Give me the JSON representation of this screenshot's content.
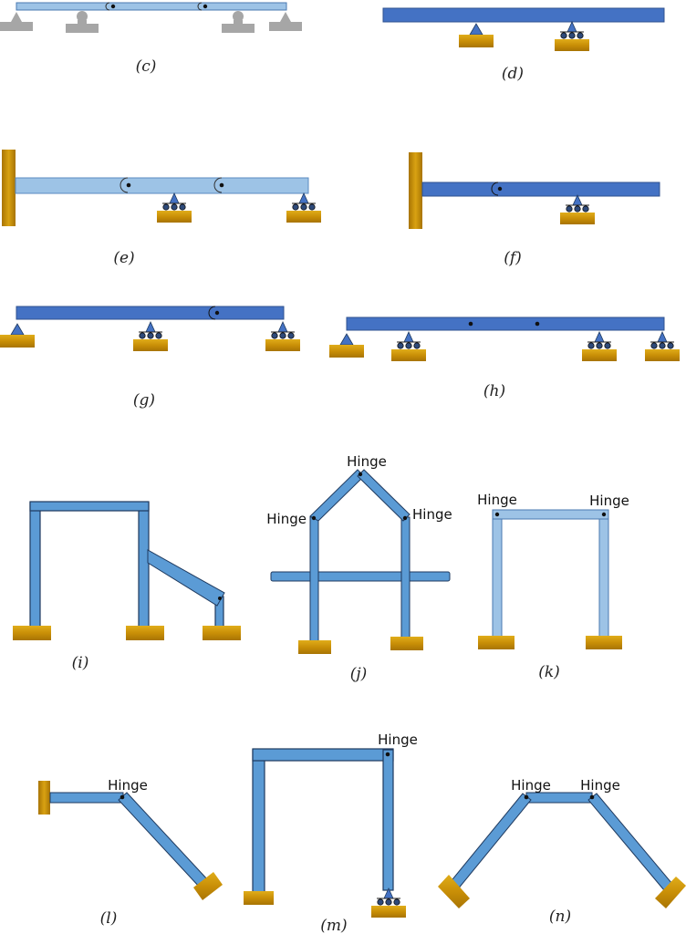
{
  "labels": {
    "c": "(c)",
    "d": "(d)",
    "e": "(e)",
    "f": "(f)",
    "g": "(g)",
    "h": "(h)",
    "i": "(i)",
    "j": "(j)",
    "k": "(k)",
    "l": "(l)",
    "m": "(m)",
    "n": "(n)"
  },
  "hinge_text": "Hinge",
  "colors": {
    "beam_light": "#9dc3e6",
    "beam_mid": "#5b9bd5",
    "beam_dark": "#4472c4",
    "support_gold": "#c9960a",
    "support_gray": "#a6a6a6",
    "outline": "#1f3a5f"
  }
}
